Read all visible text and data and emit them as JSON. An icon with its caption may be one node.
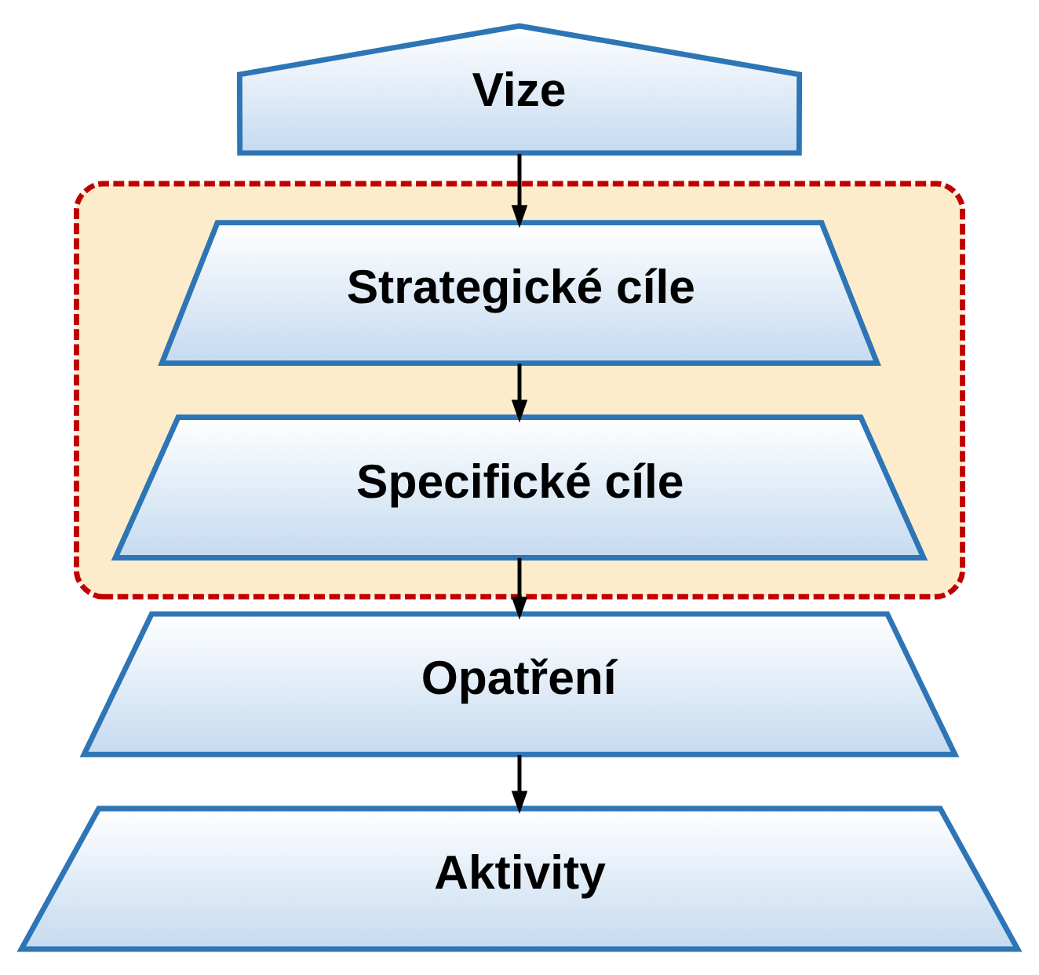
{
  "diagram": {
    "nodes": [
      {
        "text": [
          "Vize"
        ]
      },
      {
        "text": [],
        "shape": "box"
      },
      {
        "text": [
          "Strategické cíle"
        ],
        "in": 1
      },
      {
        "text": [
          "Specifické cíle"
        ],
        "in": 1
      },
      {
        "text": [
          "Opatření"
        ]
      },
      {
        "text": [
          "Aktivity"
        ]
      }
    ],
    "edges": [
      {
        "from": 0,
        "to": 2,
        "arrow": "to"
      },
      {
        "from": 2,
        "to": 3,
        "arrow": "to"
      },
      {
        "from": 3,
        "to": 4,
        "arrow": "to"
      },
      {
        "from": 4,
        "to": 5,
        "arrow": "to"
      }
    ]
  }
}
